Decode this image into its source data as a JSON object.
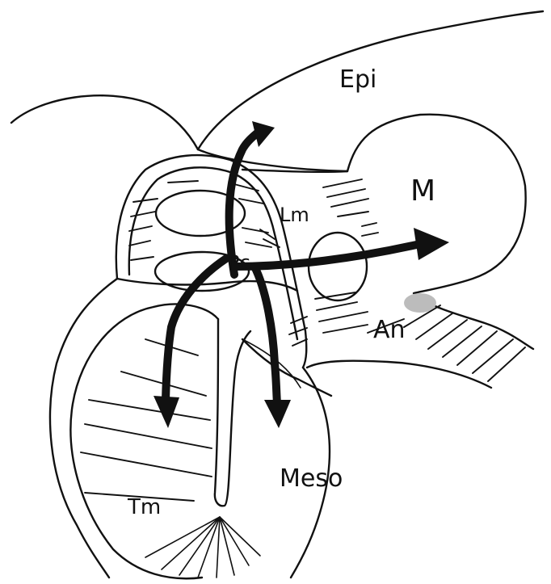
{
  "labels": {
    "epi": "Epi",
    "m": "M",
    "lm": "Lm",
    "pc": "Pc",
    "an": "An",
    "meso": "Meso",
    "tm": "Tm"
  }
}
